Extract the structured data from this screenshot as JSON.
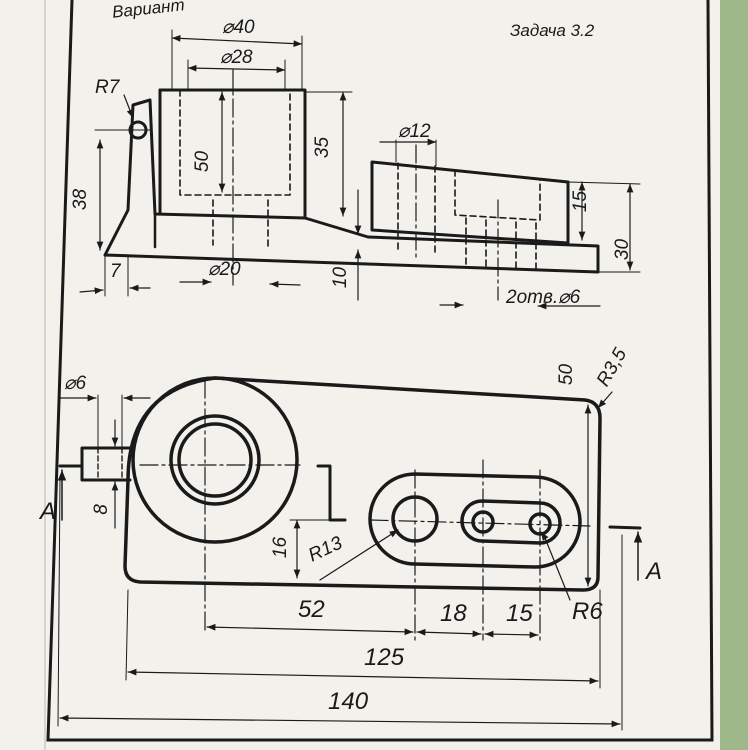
{
  "sheet": {
    "header_fragment": "Вариант",
    "task_title": "Задача 3.2"
  },
  "front_view": {
    "dim_radius_boss": "R7",
    "dim_outer_diameter": "⌀40",
    "dim_inner_diameter": "⌀28",
    "dim_bore_depth": "50",
    "dim_cylinder_height": "35",
    "dim_total_height": "38",
    "dim_wall": "7",
    "dim_bottom_hole": "⌀20",
    "dim_base_thickness": "10",
    "dim_small_bore": "⌀12",
    "dim_block_height": "15",
    "dim_right_height": "30",
    "dim_two_holes": "2отв.⌀6"
  },
  "top_view": {
    "dim_hole": "⌀6",
    "dim_boss_width": "8",
    "dim_offset": "16",
    "dim_slot_radius": "R13",
    "dim_width": "50",
    "dim_corner_radius": "R3,5",
    "dim_52": "52",
    "dim_18": "18",
    "dim_15": "15",
    "dim_hole_radius": "R6",
    "dim_125": "125",
    "dim_140": "140",
    "section_left": "A",
    "section_right": "A"
  },
  "colors": {
    "paper": "#f3f1ec",
    "ink": "#1a1a1a",
    "background": "#9fb88a"
  }
}
